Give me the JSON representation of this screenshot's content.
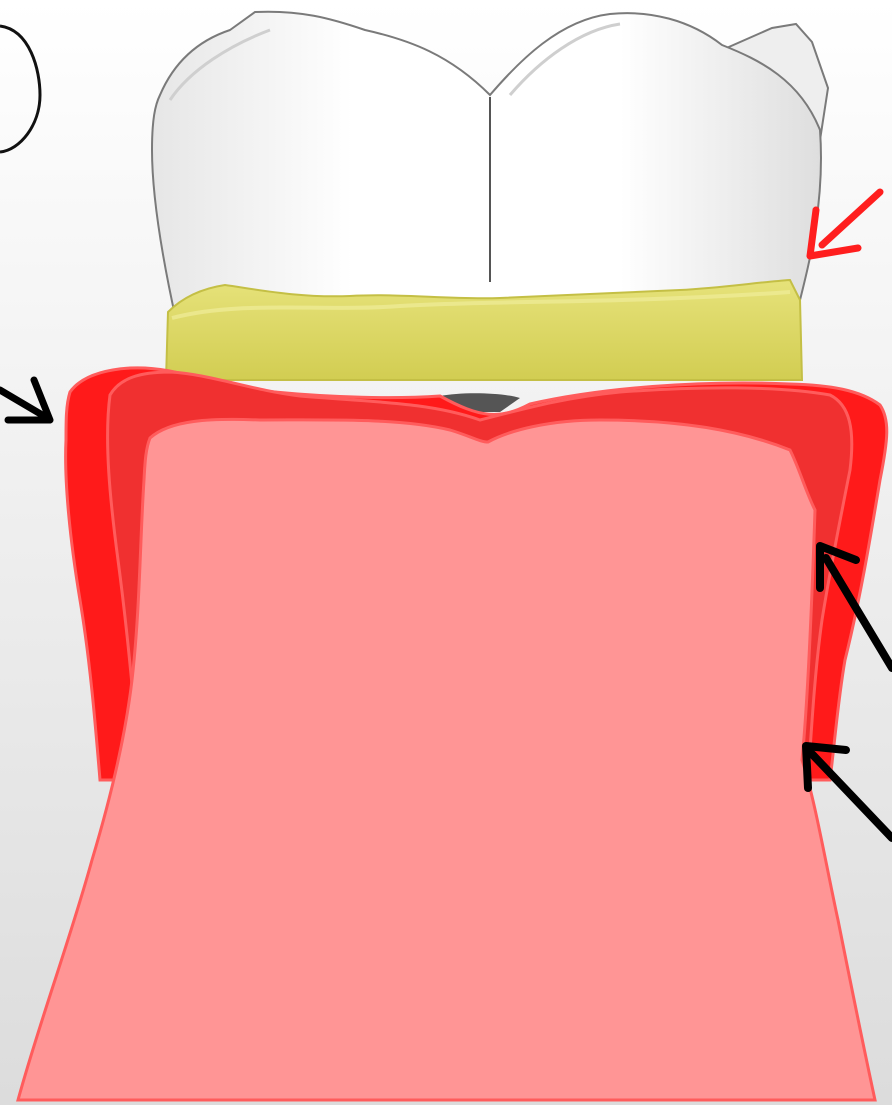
{
  "diagram": {
    "subject": "tooth-with-gingiva-and-calculus",
    "colors": {
      "background_top": "#ffffff",
      "background_bottom": "#dcdcdc",
      "tooth_enamel": "#ffffff",
      "tooth_shadow": "#d9d9d9",
      "tooth_outline": "#7a7a7a",
      "calculus": "#d8d35c",
      "calculus_outline": "#c4bf45",
      "gum_outer": "#ff1a1a",
      "gum_middle": "#f03030",
      "gum_inner": "#ff9595",
      "gum_outline": "#ff5c5c",
      "pocket_dark": "#555555",
      "arrow_red": "#ff1e1e",
      "arrow_black": "#000000"
    },
    "arrows": [
      {
        "name": "arrow-red-top-right",
        "color": "red"
      },
      {
        "name": "arrow-black-left",
        "color": "black"
      },
      {
        "name": "arrow-black-right-upper",
        "color": "black"
      },
      {
        "name": "arrow-black-right-lower",
        "color": "black"
      }
    ],
    "callouts": [
      {
        "name": "callout-circle-top-left",
        "shape": "circle-partially-visible"
      }
    ]
  }
}
